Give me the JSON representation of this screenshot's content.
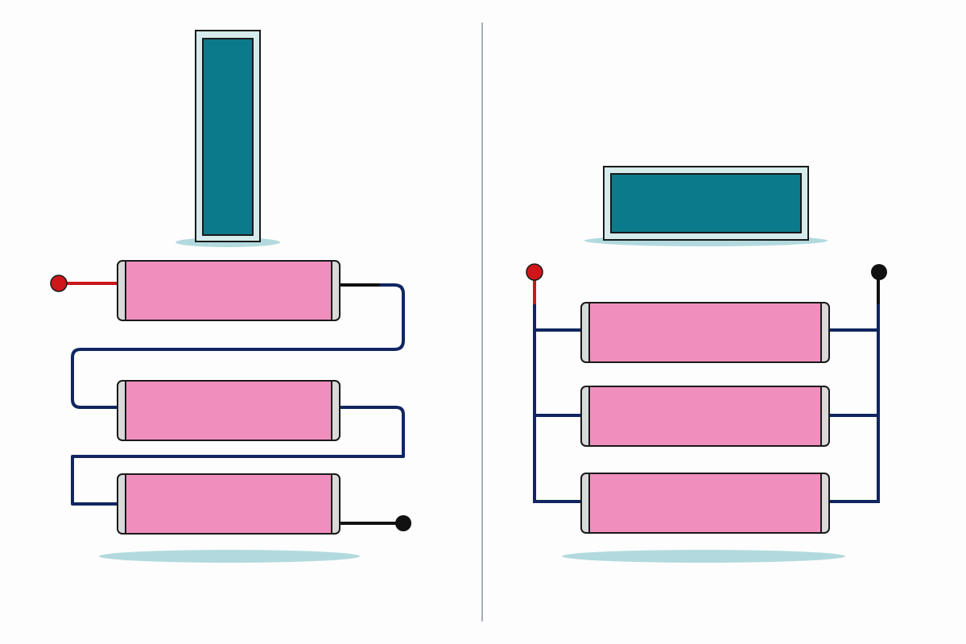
{
  "colors": {
    "background": "#fdfdfd",
    "cell_body": "#f08fbd",
    "cell_cap": "#d9d9d9",
    "outline": "#1a1a1a",
    "wire": "#112660",
    "positive_lead": "#c8171d",
    "negative_lead": "#111111",
    "positive_terminal": "#d0161b",
    "negative_terminal": "#111111",
    "gauge_frame": "#d5ebec",
    "gauge_fill": "#0b7a8a",
    "shadow": "#b2dade",
    "divider": "#a9adb7"
  },
  "panels": [
    {
      "arrangement": "series",
      "cell_count": 3,
      "gauge_orientation": "vertical"
    },
    {
      "arrangement": "parallel",
      "cell_count": 3,
      "gauge_orientation": "horizontal"
    }
  ]
}
